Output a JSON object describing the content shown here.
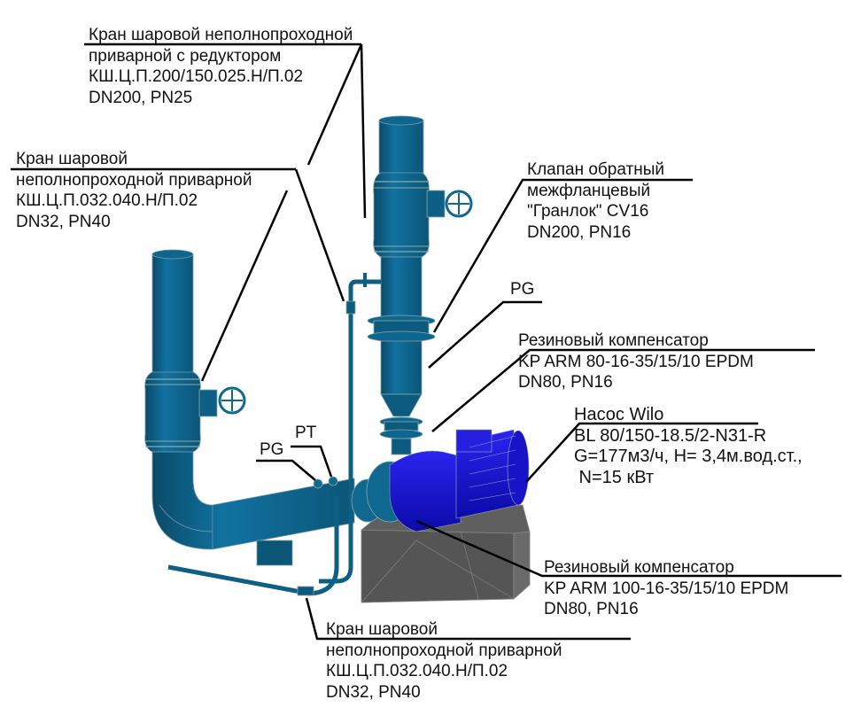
{
  "title": "Pump unit piping arrangement with fittings",
  "colors": {
    "pipe": "#0d5f84",
    "pipe_edge": "#7a9aa8",
    "motor": "#1a14d6",
    "base": "#5e5e5e",
    "leader": "#000000"
  },
  "callouts": {
    "ball_valve_dn200": {
      "lines": [
        "Кран шаровой неполнопроходной",
        "приварной с редуктором",
        "КШ.Ц.П.200/150.025.Н/П.02",
        "DN200, PN25"
      ]
    },
    "ball_valve_dn32_top": {
      "lines": [
        "Кран шаровой",
        "неполнопроходной приварной",
        "КШ.Ц.П.032.040.Н/П.02",
        "DN32, PN40"
      ]
    },
    "check_valve": {
      "lines": [
        "Клапан обратный",
        "межфланцевый",
        "\"Гранлок\" CV16",
        "DN200, PN16"
      ]
    },
    "pg_top": {
      "lines": [
        "PG"
      ]
    },
    "compensator_80": {
      "lines": [
        "Резиновый компенсатор",
        "KP ARM 80-16-35/15/10 EPDM",
        "DN80, PN16"
      ]
    },
    "pump": {
      "lines": [
        "Насос Wilo",
        "BL 80/150-18.5/2-N31-R",
        "G=177м3/ч, H= 3,4м.вод.ст.,",
        " N=15 кВт"
      ]
    },
    "compensator_100": {
      "lines": [
        "Резиновый компенсатор",
        "KP ARM 100-16-35/15/10 EPDM",
        "DN80, PN16"
      ]
    },
    "ball_valve_dn32_bottom": {
      "lines": [
        "Кран шаровой",
        "неполнопроходной приварной",
        "КШ.Ц.П.032.040.Н/П.02",
        "DN32, PN40"
      ]
    },
    "pg_left": {
      "lines": [
        "PG"
      ]
    },
    "pt_left": {
      "lines": [
        "PT"
      ]
    }
  }
}
